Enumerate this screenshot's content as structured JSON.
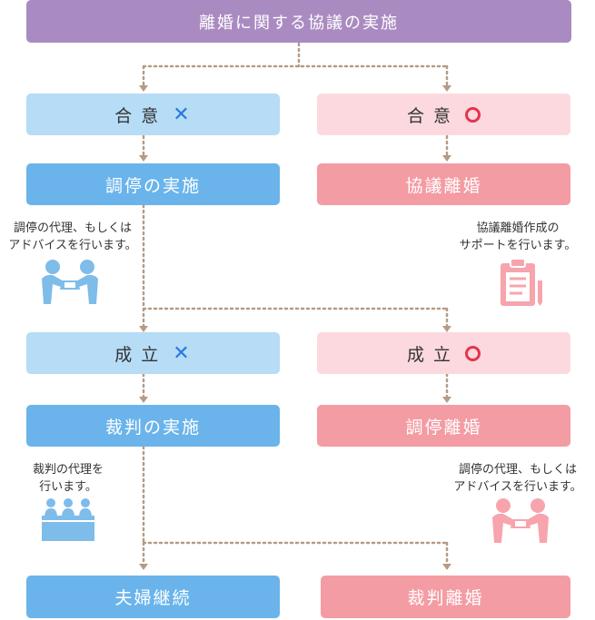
{
  "title": "離婚に関する協議の実施",
  "left": {
    "agree": "合 意",
    "mediation": "調停の実施",
    "mediation_note": "調停の代理、もしくは\nアドバイスを行います。",
    "established": "成 立",
    "trial": "裁判の実施",
    "trial_note": "裁判の代理を\n行います。",
    "final": "夫婦継続"
  },
  "right": {
    "agree": "合 意",
    "kyogi_divorce": "協議離婚",
    "kyogi_note": "協議離婚作成の\nサポートを行います。",
    "established": "成 立",
    "chotei_divorce": "調停離婚",
    "chotei_note": "調停の代理、もしくは\nアドバイスを行います。",
    "final": "裁判離婚"
  },
  "marks": {
    "cross": "✕"
  },
  "colors": {
    "title": "#a98bc1",
    "light_blue": "#b6dcf6",
    "dark_blue": "#6ab4eb",
    "light_pink": "#fcd9de",
    "dark_pink": "#f49ca3",
    "cross": "#2877e2",
    "circle": "#e5334a",
    "connector": "#b59b85"
  },
  "icons": [
    "handshake-icon-blue",
    "clipboard-icon",
    "court-icon",
    "handshake-icon-pink"
  ]
}
